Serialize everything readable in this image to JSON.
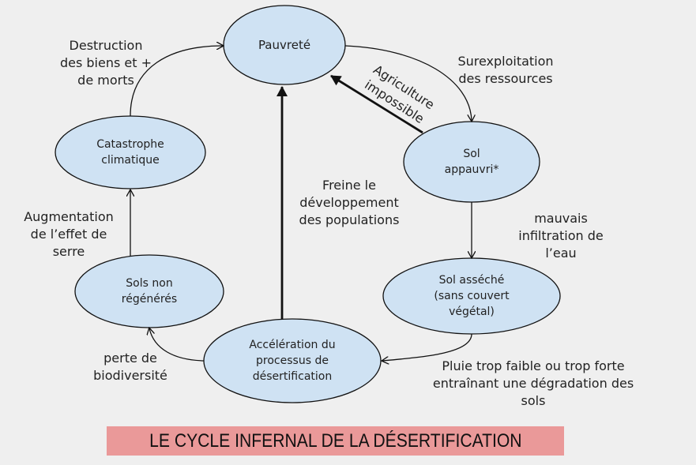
{
  "nodes": {
    "pauvrete": "Pauvreté",
    "sol_appauvri": [
      "Sol",
      "appauvri*"
    ],
    "sol_asseche": [
      "Sol asséché",
      "(sans couvert",
      "végétal)"
    ],
    "acceleration": [
      "Accélération du",
      "processus de",
      "désertification"
    ],
    "sols_non_regeneres": [
      "Sols non",
      "régénérés"
    ],
    "catastrophe": [
      "Catastrophe",
      "climatique"
    ]
  },
  "labels": {
    "destruction": [
      "Destruction",
      "des biens et +",
      "de morts"
    ],
    "surexploitation": [
      "Surexploitation",
      "des ressources"
    ],
    "agriculture": [
      "Agriculture",
      "impossible"
    ],
    "freine": [
      "Freine le",
      "développement",
      "des populations"
    ],
    "mauvais": [
      "mauvais",
      "infiltration de",
      "l’eau"
    ],
    "pluie": [
      "Pluie trop faible ou trop forte",
      "entraînant une dégradation des",
      "sols"
    ],
    "perte": [
      "perte de",
      "biodiversité"
    ],
    "augmentation": [
      "Augmentation",
      "de l’effet de",
      "serre"
    ]
  },
  "title": "LE CYCLE INFERNAL DE LA DÉSERTIFICATION",
  "colors": {
    "node_fill": "#cfe2f3",
    "title_bg": "#ea9999",
    "background": "#efefef"
  }
}
